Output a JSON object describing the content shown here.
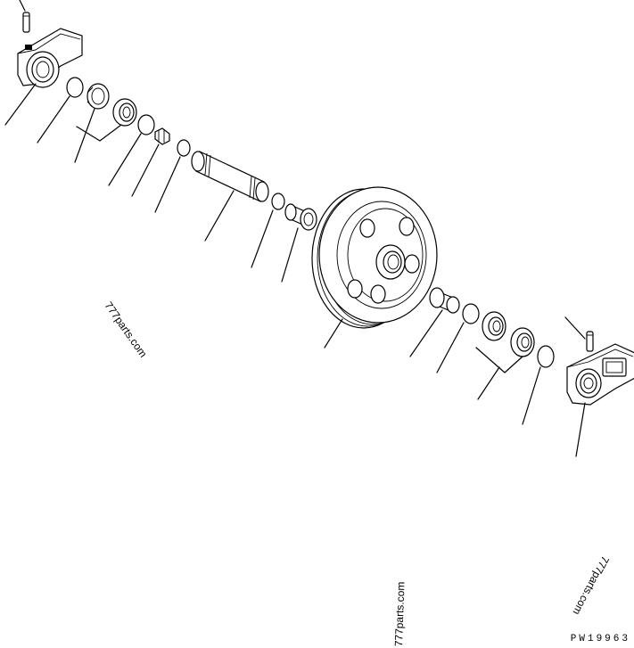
{
  "figure_code": "PW19963",
  "watermarks": [
    "777parts.com",
    "777parts.com",
    "777parts.com"
  ],
  "parts": [
    "pin-top",
    "bearing-housing-left",
    "o-ring-left",
    "seal-pair-left",
    "o-ring-small",
    "plug",
    "o-ring-shaft-end",
    "shaft",
    "o-ring-shaft-right",
    "bushing-left",
    "idler-wheel",
    "bushing-right",
    "o-ring-right",
    "seal-pair-right",
    "o-ring-far-right",
    "bearing-housing-right",
    "pin-right"
  ]
}
